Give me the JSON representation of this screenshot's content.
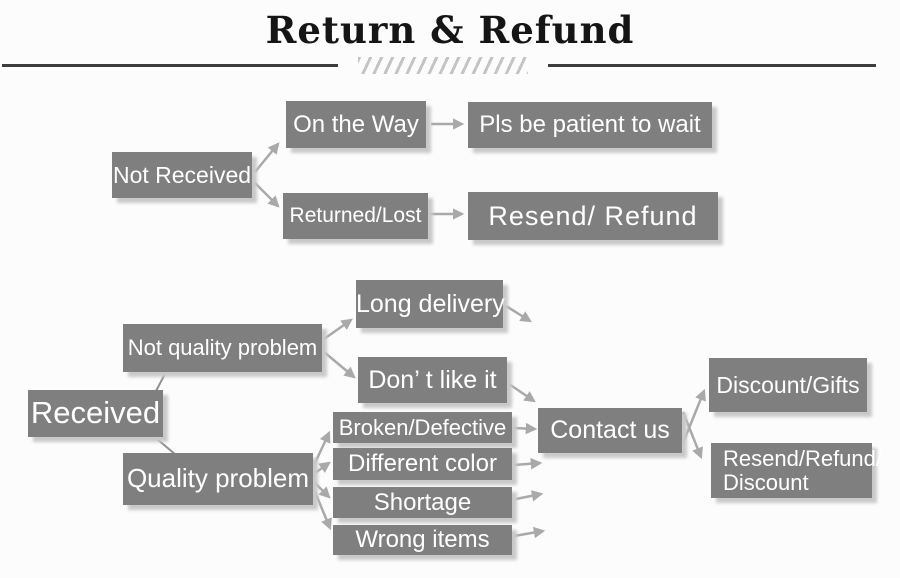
{
  "title": "Return & Refund",
  "colors": {
    "box_fill": "#7f7f7f",
    "box_text": "#ffffff",
    "arrow": "#a9a9a9",
    "connector_line": "#909090",
    "title_text": "#151515",
    "rule": "#3d3d3d",
    "hatch": "#c4c4c4",
    "background": "#fcfcfc"
  },
  "nodes": {
    "not_received": "Not Received",
    "on_the_way": "On the Way",
    "pls_wait": "Pls be patient to wait",
    "returned_lost": "Returned/Lost",
    "resend_refund": "Resend/ Refund",
    "received": "Received",
    "not_quality_problem": "Not quality problem",
    "long_delivery": "Long delivery",
    "dont_like_it": "Don’ t like it",
    "quality_problem": "Quality problem",
    "broken_defective": "Broken/Defective",
    "different_color": "Different color",
    "shortage": "Shortage",
    "wrong_items": "Wrong items",
    "contact_us": "Contact us",
    "discount_gifts": "Discount/Gifts",
    "resend_refund_discount_l1": "Resend/Refund/",
    "resend_refund_discount_l2": "Discount"
  }
}
